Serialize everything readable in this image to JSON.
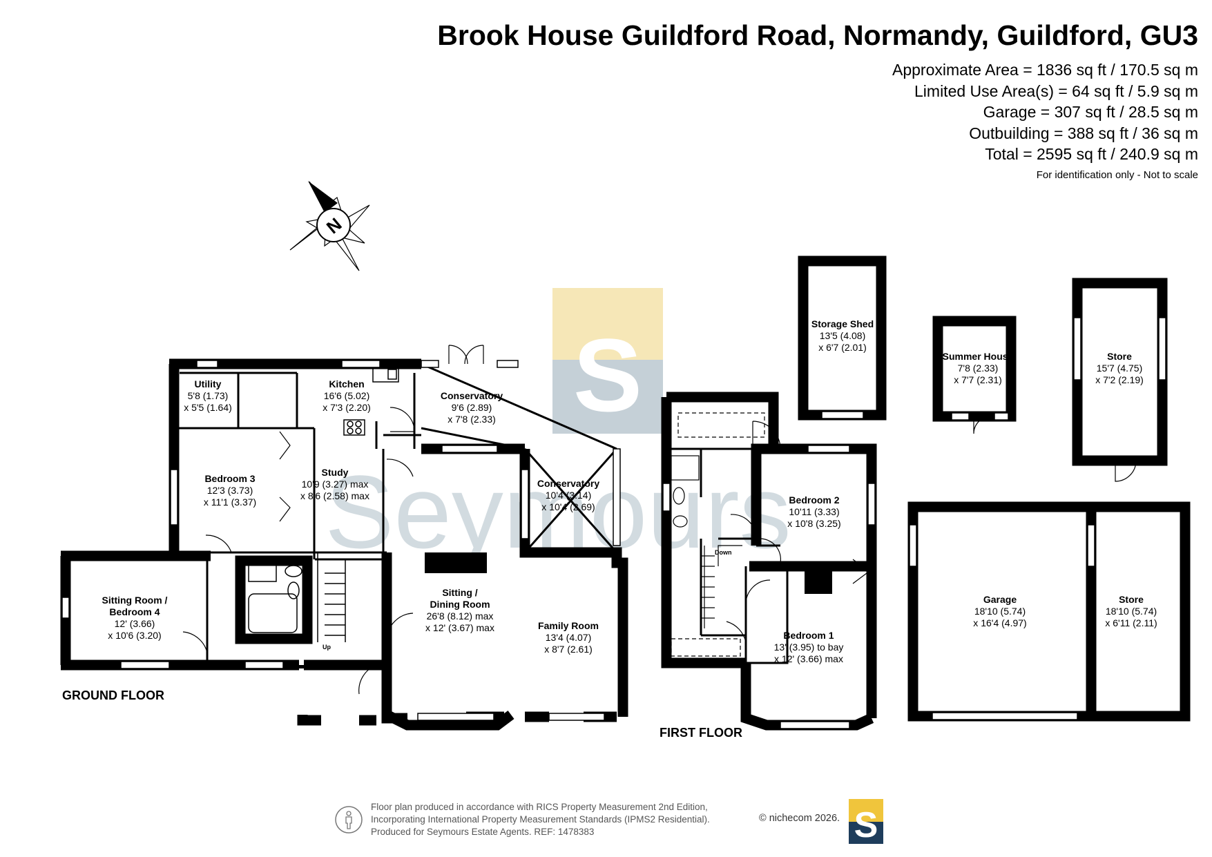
{
  "title": "Brook House Guildford Road, Normandy, Guildford, GU3",
  "areas": [
    "Approximate Area = 1836 sq ft / 170.5 sq m",
    "Limited Use Area(s) = 64 sq ft / 5.9 sq m",
    "Garage = 307 sq ft / 28.5 sq m",
    "Outbuilding = 388 sq ft / 36 sq m",
    "Total = 2595 sq ft / 240.9 sq m"
  ],
  "note": "For identification only - Not to scale",
  "compass_label": "N",
  "floor_labels": {
    "ground": "GROUND FLOOR",
    "first": "FIRST FLOOR"
  },
  "watermark": {
    "text": "Seymours",
    "letter": "S",
    "colors": {
      "yellow": "#f6e7b7",
      "blue": "#c5d0d7",
      "text": "#cbd5db"
    }
  },
  "rooms": [
    {
      "name": "Utility",
      "dims": [
        "5'8 (1.73)",
        "x 5'5 (1.64)"
      ]
    },
    {
      "name": "Kitchen",
      "dims": [
        "16'6 (5.02)",
        "x 7'3 (2.20)"
      ]
    },
    {
      "name": "Conservatory",
      "dims": [
        "9'6 (2.89)",
        "x 7'8 (2.33)"
      ]
    },
    {
      "name": "Bedroom 3",
      "dims": [
        "12'3 (3.73)",
        "x 11'1 (3.37)"
      ]
    },
    {
      "name": "Study",
      "dims": [
        "10'9 (3.27) max",
        "x 8'6 (2.58) max"
      ]
    },
    {
      "name": "Conservatory",
      "dims": [
        "10'4 (3.14)",
        "x 10'4 (2.69)"
      ]
    },
    {
      "name": "Sitting Room /",
      "name2": "Bedroom 4",
      "dims": [
        "12' (3.66)",
        "x 10'6 (3.20)"
      ]
    },
    {
      "name": "Sitting /",
      "name2": "Dining Room",
      "dims": [
        "26'8 (8.12) max",
        "x 12' (3.67) max"
      ]
    },
    {
      "name": "Family Room",
      "dims": [
        "13'4 (4.07)",
        "x 8'7 (2.61)"
      ]
    },
    {
      "name": "Bedroom 2",
      "dims": [
        "10'11 (3.33)",
        "x 10'8 (3.25)"
      ]
    },
    {
      "name": "Bedroom 1",
      "dims": [
        "13' (3.95) to bay",
        "x 12' (3.66) max"
      ]
    },
    {
      "name": "Storage Shed",
      "dims": [
        "13'5 (4.08)",
        "x 6'7 (2.01)"
      ]
    },
    {
      "name": "Summer House",
      "dims": [
        "7'8 (2.33)",
        "x 7'7 (2.31)"
      ]
    },
    {
      "name": "Store",
      "dims": [
        "15'7 (4.75)",
        "x 7'2 (2.19)"
      ]
    },
    {
      "name": "Garage",
      "dims": [
        "18'10 (5.74)",
        "x 16'4 (4.97)"
      ]
    },
    {
      "name": "Store",
      "dims": [
        "18'10 (5.74)",
        "x 6'11 (2.11)"
      ]
    }
  ],
  "stairs": {
    "up": "Up",
    "down": "Down"
  },
  "footer": {
    "lines": [
      "Floor plan produced in accordance with RICS Property Measurement 2nd Edition,",
      "Incorporating International Property Measurement Standards (IPMS2 Residential).",
      "Produced for Seymours Estate Agents.   REF: 1478383"
    ],
    "copyright": "© nichecom 2026."
  }
}
